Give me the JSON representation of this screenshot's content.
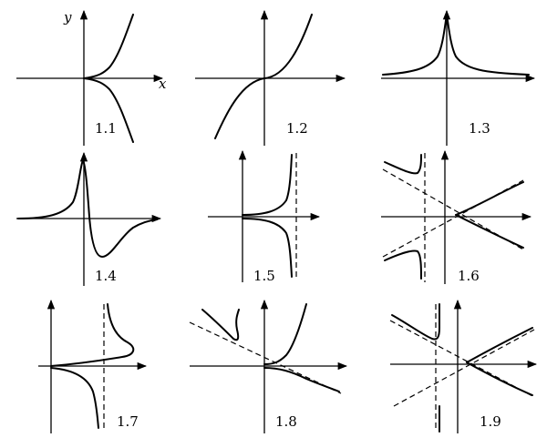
{
  "figure": {
    "axis_labels": {
      "x": "x",
      "y": "y"
    },
    "panels": [
      {
        "label": "1.1"
      },
      {
        "label": "1.2"
      },
      {
        "label": "1.3"
      },
      {
        "label": "1.4"
      },
      {
        "label": "1.5"
      },
      {
        "label": "1.6"
      },
      {
        "label": "1.7"
      },
      {
        "label": "1.8"
      },
      {
        "label": "1.9"
      }
    ]
  }
}
